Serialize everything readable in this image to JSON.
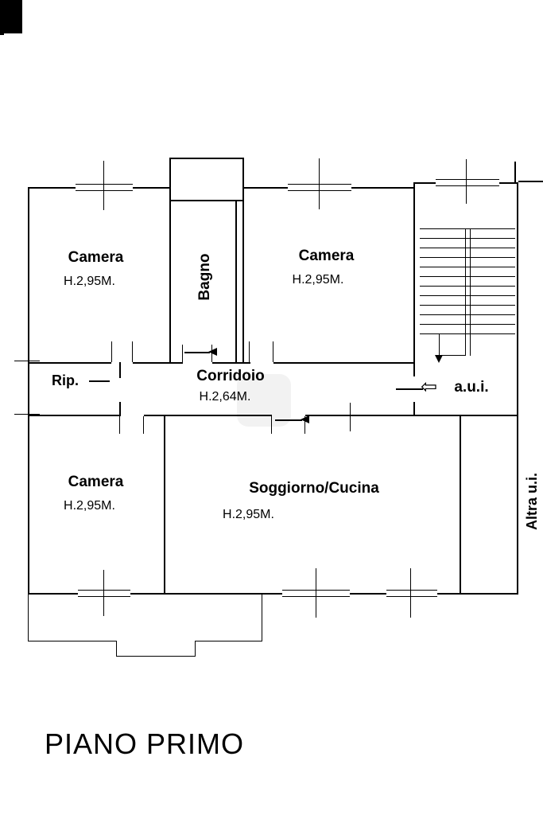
{
  "floorplan": {
    "title": "PIANO PRIMO",
    "rooms": {
      "camera_top_left": {
        "name": "Camera",
        "height": "H.2,95M."
      },
      "bagno": {
        "name": "Bagno"
      },
      "camera_top_right": {
        "name": "Camera",
        "height": "H.2,95M."
      },
      "rip": {
        "name": "Rip."
      },
      "corridoio": {
        "name": "Corridoio",
        "height": "H.2,64M."
      },
      "aui": {
        "name": "a.u.i."
      },
      "camera_bottom_left": {
        "name": "Camera",
        "height": "H.2,95M."
      },
      "soggiorno_cucina": {
        "name": "Soggiorno/Cucina",
        "height": "H.2,95M."
      },
      "altra_ui": {
        "name": "Altra u.i."
      }
    },
    "symbols": {
      "aui_arrow": "⇦"
    },
    "colors": {
      "line": "#000000",
      "background": "#ffffff"
    }
  }
}
